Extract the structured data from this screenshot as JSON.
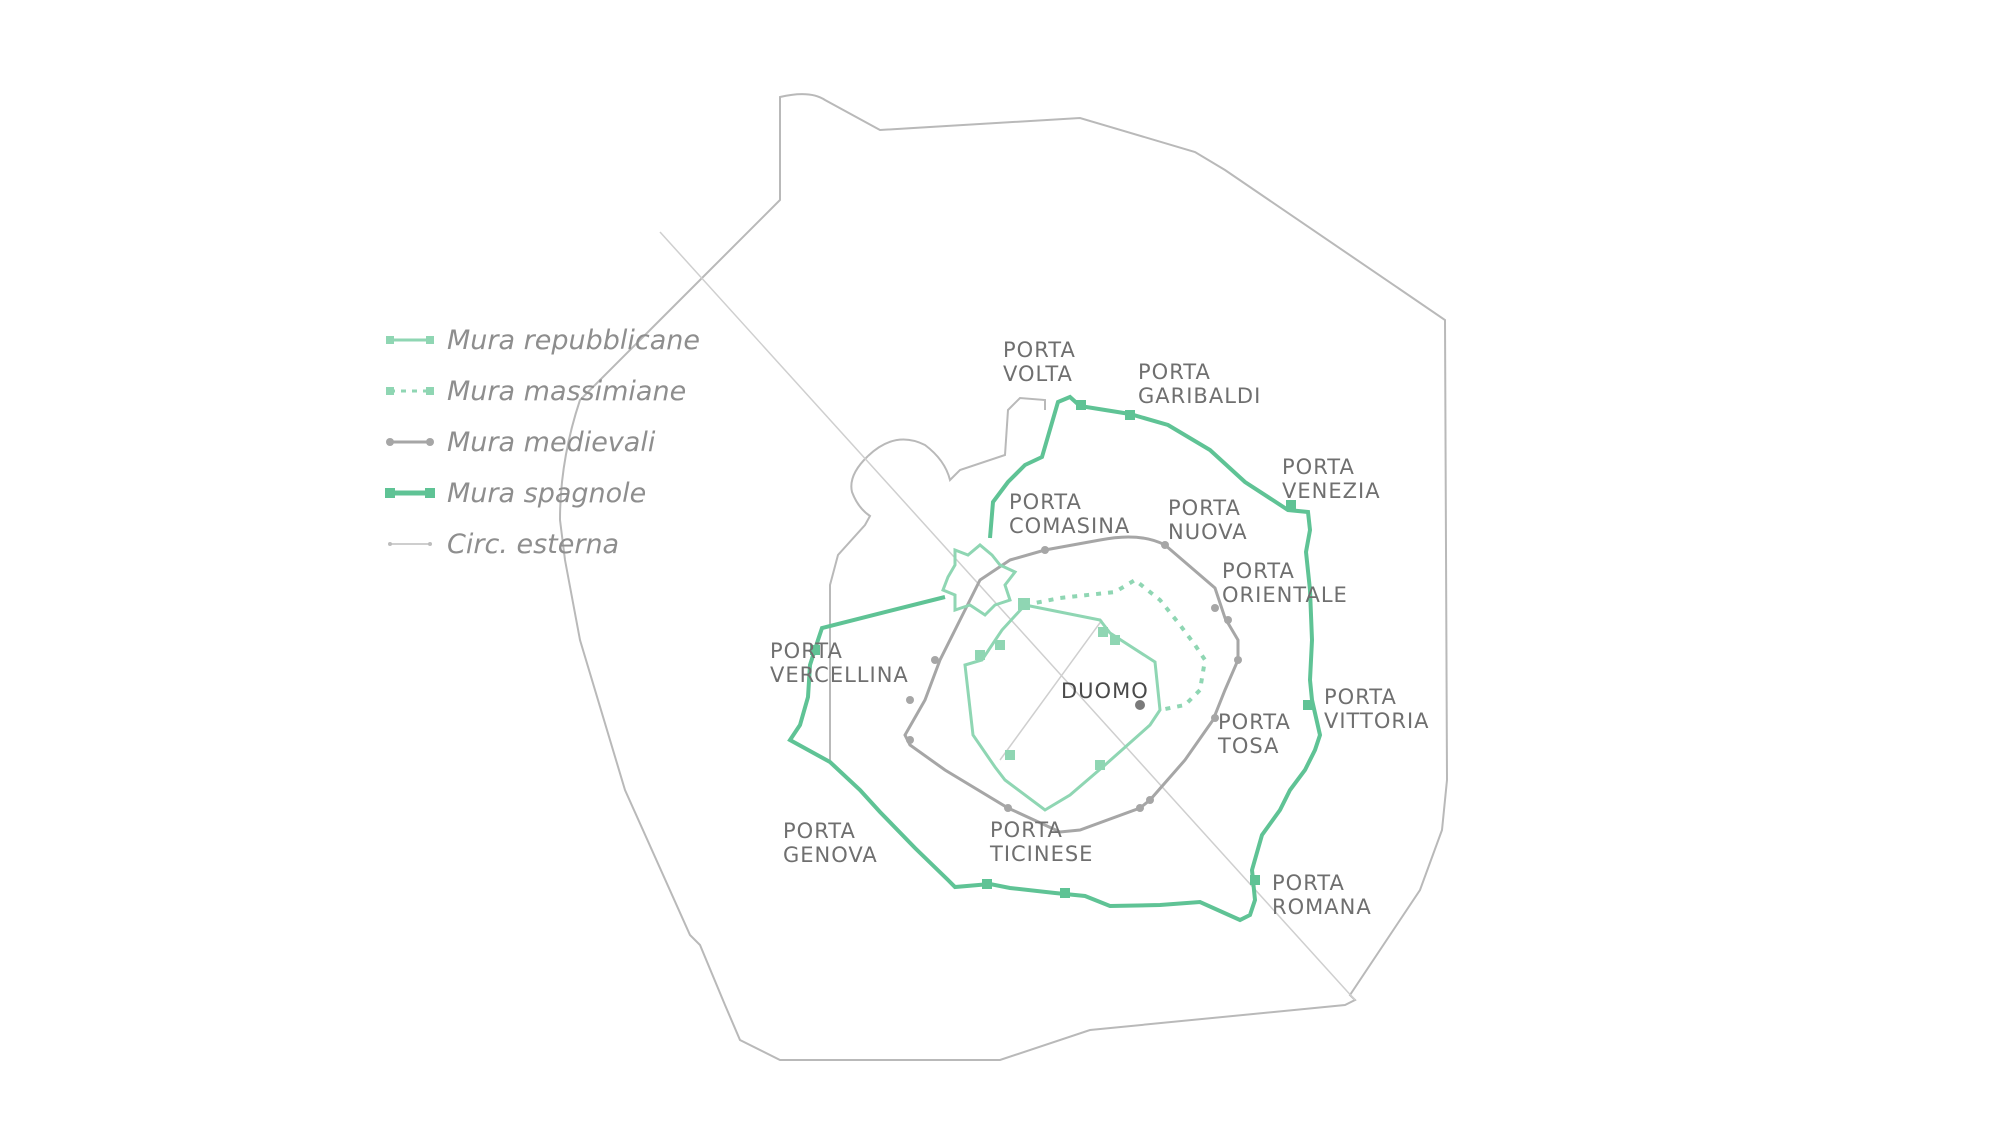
{
  "legend": [
    {
      "id": "repubblicane",
      "label": "Mura repubblicane",
      "color": "#8fd6b3",
      "style": "solid"
    },
    {
      "id": "massimiane",
      "label": "Mura massimiane",
      "color": "#8fd6b3",
      "style": "dotted"
    },
    {
      "id": "medievali",
      "label": "Mura medievali",
      "color": "#a6a6a6",
      "style": "solid"
    },
    {
      "id": "spagnole",
      "label": "Mura spagnole",
      "color": "#5fc395",
      "style": "thick"
    },
    {
      "id": "esterna",
      "label": "Circ. esterna",
      "color": "#bdbdbd",
      "style": "thin"
    }
  ],
  "center": {
    "label": "DUOMO"
  },
  "gates": [
    {
      "id": "volta",
      "lines": [
        "PORTA",
        "VOLTA"
      ]
    },
    {
      "id": "garibaldi",
      "lines": [
        "PORTA",
        "GARIBALDI"
      ]
    },
    {
      "id": "venezia",
      "lines": [
        "PORTA",
        "VENEZIA"
      ]
    },
    {
      "id": "comasina",
      "lines": [
        "PORTA",
        "COMASINA"
      ]
    },
    {
      "id": "nuova",
      "lines": [
        "PORTA",
        "NUOVA"
      ]
    },
    {
      "id": "orientale",
      "lines": [
        "PORTA",
        "ORIENTALE"
      ]
    },
    {
      "id": "vercellina",
      "lines": [
        "PORTA",
        "VERCELLINA"
      ]
    },
    {
      "id": "vittoria",
      "lines": [
        "PORTA",
        "VITTORIA"
      ]
    },
    {
      "id": "tosa",
      "lines": [
        "PORTA",
        "TOSA"
      ]
    },
    {
      "id": "ticinese",
      "lines": [
        "PORTA",
        "TICINESE"
      ]
    },
    {
      "id": "genova",
      "lines": [
        "PORTA",
        "GENOVA"
      ]
    },
    {
      "id": "romana",
      "lines": [
        "PORTA",
        "ROMANA"
      ]
    }
  ],
  "colors": {
    "outer": "#b9b9b9",
    "medieval": "#a6a6a6",
    "spanish": "#5fc395",
    "republican": "#8fd6b3",
    "maximian": "#8fd6b3",
    "axis": "#c8c8c8",
    "duomo_dot": "#7a7a7a"
  }
}
